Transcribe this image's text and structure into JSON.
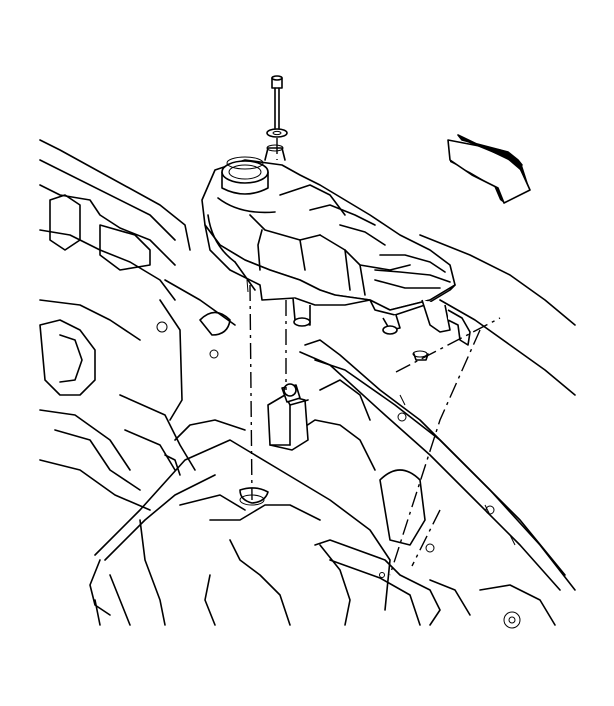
{
  "diagram": {
    "colors": {
      "line": "#000000",
      "fill": "#ffffff"
    },
    "parts": [
      "bolt",
      "washer",
      "coolant-reservoir",
      "reservoir-cap",
      "mounting-stud",
      "mounting-grommet",
      "fender-mounting-bracket",
      "direction-arrow"
    ]
  }
}
